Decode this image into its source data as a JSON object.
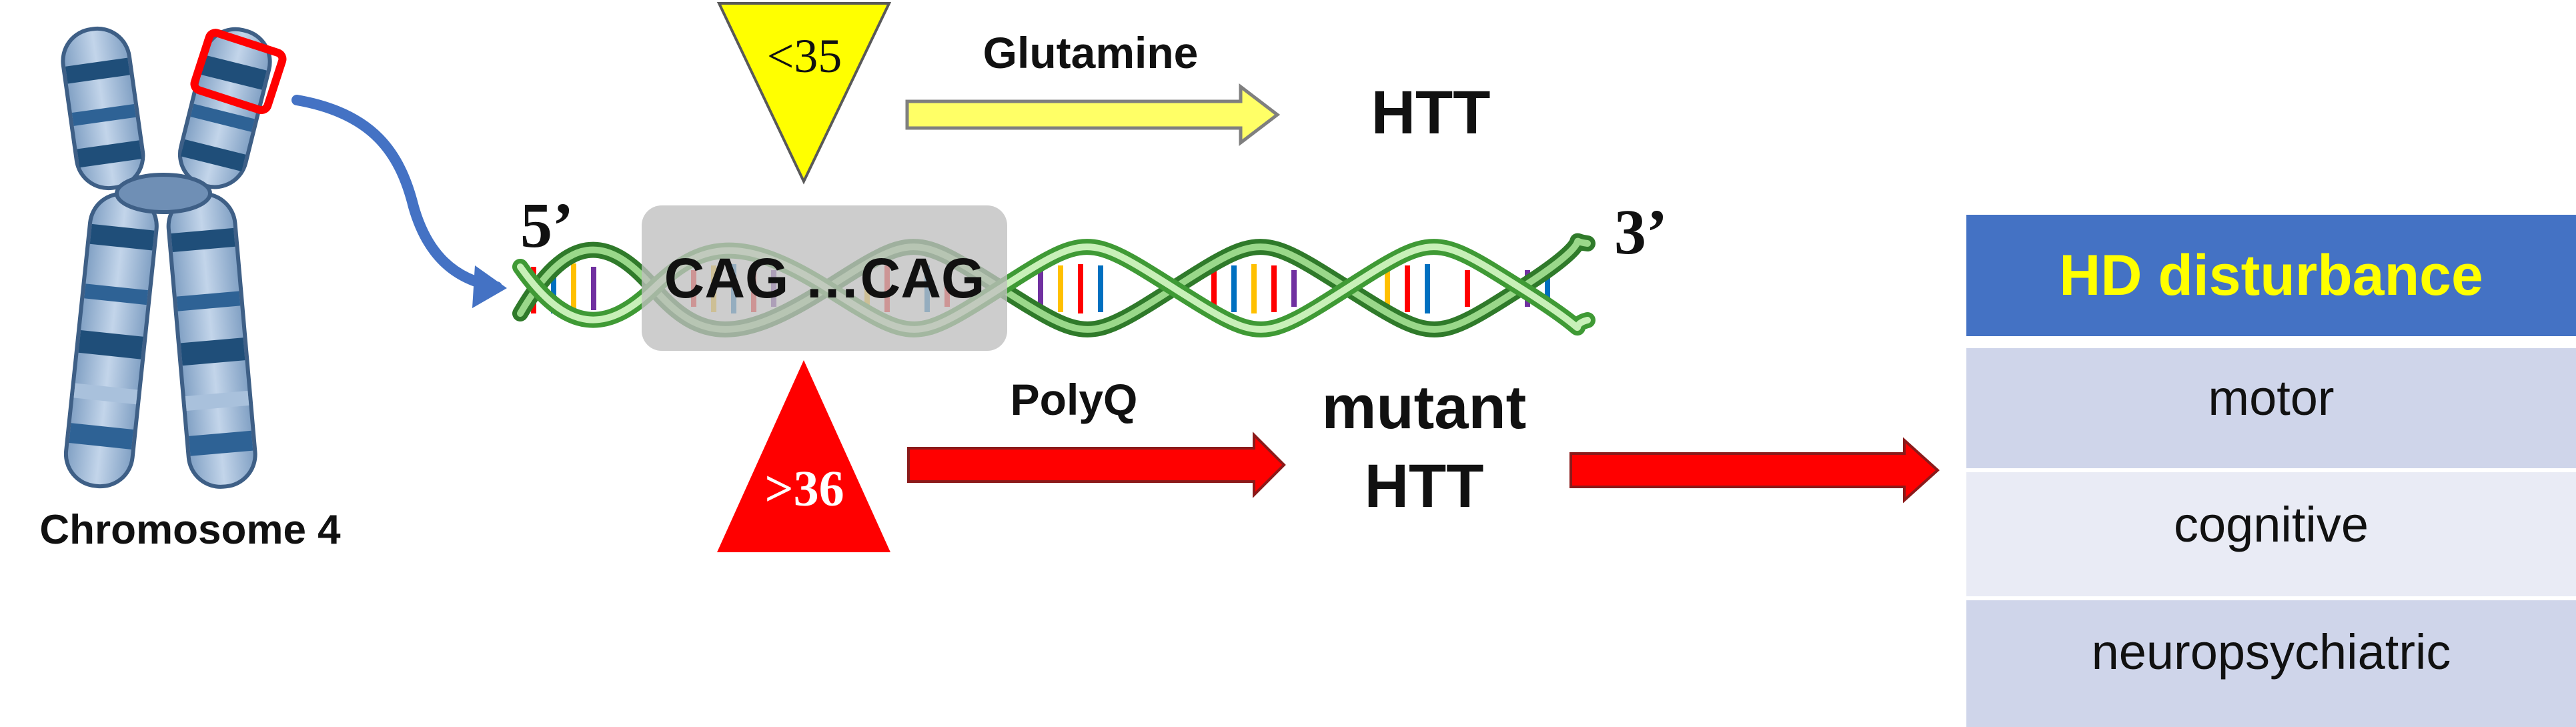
{
  "chromosome": {
    "label": "Chromosome 4"
  },
  "dna": {
    "five_prime": "5’",
    "three_prime": "3’",
    "repeat_label": "CAG …CAG"
  },
  "normal_path": {
    "threshold": "<35",
    "arrow_label": "Glutamine",
    "product": "HTT"
  },
  "mutant_path": {
    "threshold": ">36",
    "arrow_label": "PolyQ",
    "product_line1": "mutant",
    "product_line2": "HTT"
  },
  "hd_table": {
    "header": "HD disturbance",
    "rows": [
      "motor",
      "cognitive",
      "neuropsychiatric"
    ]
  },
  "colors": {
    "normal_triangle": "#ffff00",
    "mutant_triangle": "#ff0000",
    "table_header_bg": "#4472c4",
    "table_header_text": "#ffff00",
    "table_row_dark": "#cfd5ea",
    "table_row_light": "#e9ebf5",
    "curved_arrow": "#4472c4",
    "chromosome_box": "#ff0000"
  }
}
